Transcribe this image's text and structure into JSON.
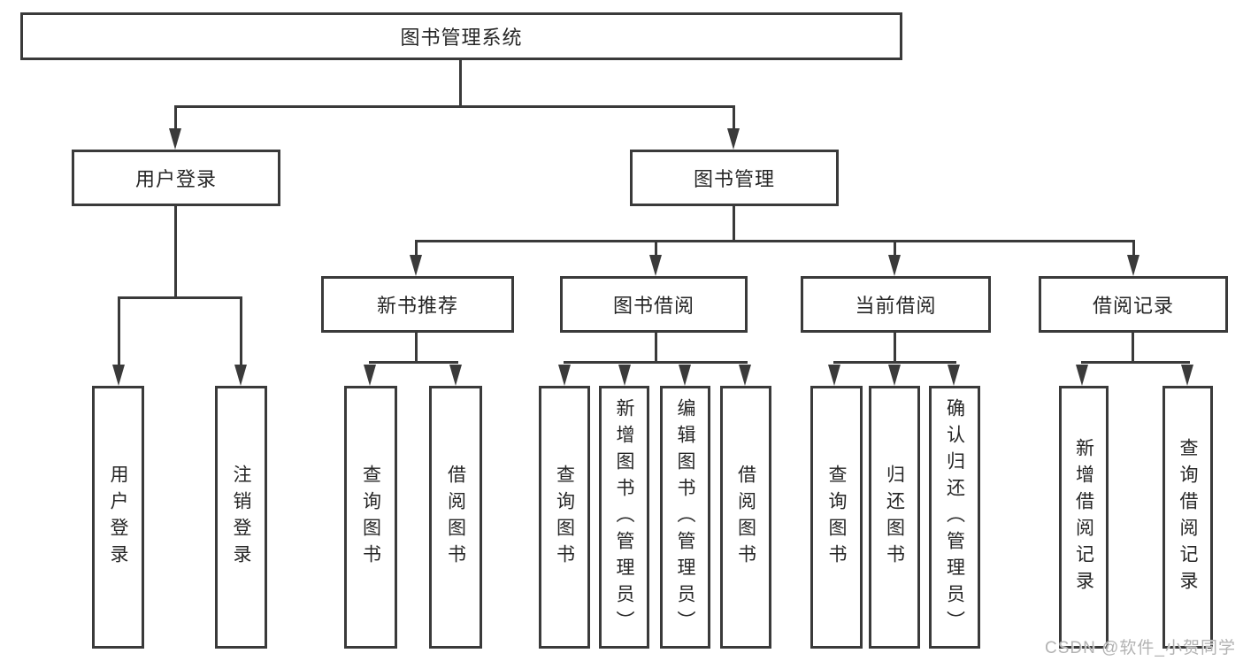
{
  "colors": {
    "line": "#3a3a3a",
    "text": "#262626",
    "background": "#ffffff",
    "watermark_color": "#b3b3b3"
  },
  "watermark": {
    "text": "CSDN @软件_小贺同学"
  },
  "chart_type": "hierarchy-diagram",
  "tree": {
    "label": "图书管理系统",
    "children": [
      {
        "label": "用户登录",
        "children": [
          {
            "label": "用户登录"
          },
          {
            "label": "注销登录"
          }
        ]
      },
      {
        "label": "图书管理",
        "children": [
          {
            "label": "新书推荐",
            "children": [
              {
                "label": "查询图书"
              },
              {
                "label": "借阅图书"
              }
            ]
          },
          {
            "label": "图书借阅",
            "children": [
              {
                "label": "查询图书"
              },
              {
                "label": "新增图书（管理员）"
              },
              {
                "label": "编辑图书（管理员）"
              },
              {
                "label": "借阅图书"
              }
            ]
          },
          {
            "label": "当前借阅",
            "children": [
              {
                "label": "查询图书"
              },
              {
                "label": "归还图书"
              },
              {
                "label": "确认归还（管理员）"
              }
            ]
          },
          {
            "label": "借阅记录",
            "children": [
              {
                "label": "新增借阅记录"
              },
              {
                "label": "查询借阅记录"
              }
            ]
          }
        ]
      }
    ]
  }
}
